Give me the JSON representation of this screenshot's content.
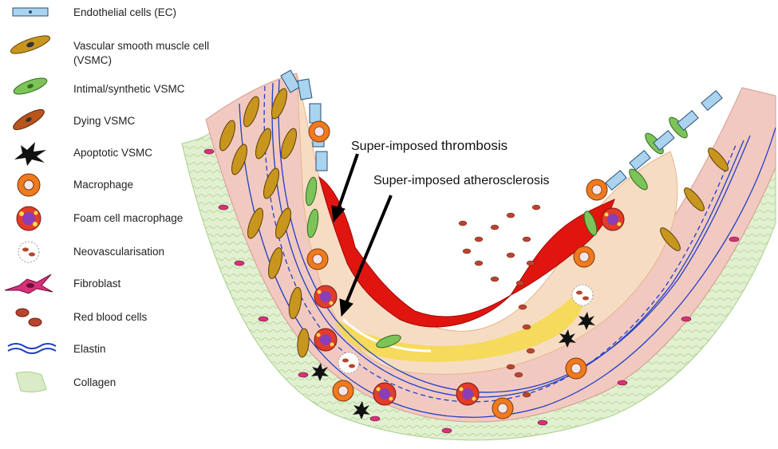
{
  "legend": {
    "items": [
      {
        "label": "Endothelial cells (EC)",
        "icon": "endothelial-cell-icon"
      },
      {
        "label": "Vascular smooth muscle cell",
        "label2": "(VSMC)",
        "icon": "vsmc-icon"
      },
      {
        "label": "Intimal/synthetic VSMC",
        "icon": "intimal-vsmc-icon"
      },
      {
        "label": "Dying VSMC",
        "icon": "dying-vsmc-icon"
      },
      {
        "label": "Apoptotic VSMC",
        "icon": "apoptotic-vsmc-icon"
      },
      {
        "label": "Macrophage",
        "icon": "macrophage-icon"
      },
      {
        "label": "Foam cell macrophage",
        "icon": "foam-cell-icon"
      },
      {
        "label": "Neovascularisation",
        "icon": "neovascularisation-icon"
      },
      {
        "label": "Fibroblast",
        "icon": "fibroblast-icon"
      },
      {
        "label": "Red blood cells",
        "icon": "red-blood-cells-icon"
      },
      {
        "label": "Elastin",
        "icon": "elastin-icon"
      },
      {
        "label": "Collagen",
        "icon": "collagen-icon"
      }
    ]
  },
  "annotations": {
    "thrombosis_prefix": "Super-imposed ",
    "thrombosis_word": "thrombosis",
    "atherosclerosis": "Super-imposed atherosclerosis"
  },
  "colors": {
    "endothelial": "#a9d3ef",
    "vsmc": "#c8961e",
    "intimal_vsmc": "#7cc35a",
    "dying_vsmc": "#b8541c",
    "apoptotic": "#111111",
    "macrophage": "#f07a1e",
    "foam_nucleus": "#8a3fb8",
    "fibroblast": "#d8307a",
    "rbc": "#b8452e",
    "elastin": "#1f3fc4",
    "collagen": "#d9ecc7",
    "thrombus": "#e0150f",
    "plaque_lipid": "#f6d94a",
    "media": "#f2c9c0",
    "intima": "#f7dcc4"
  }
}
